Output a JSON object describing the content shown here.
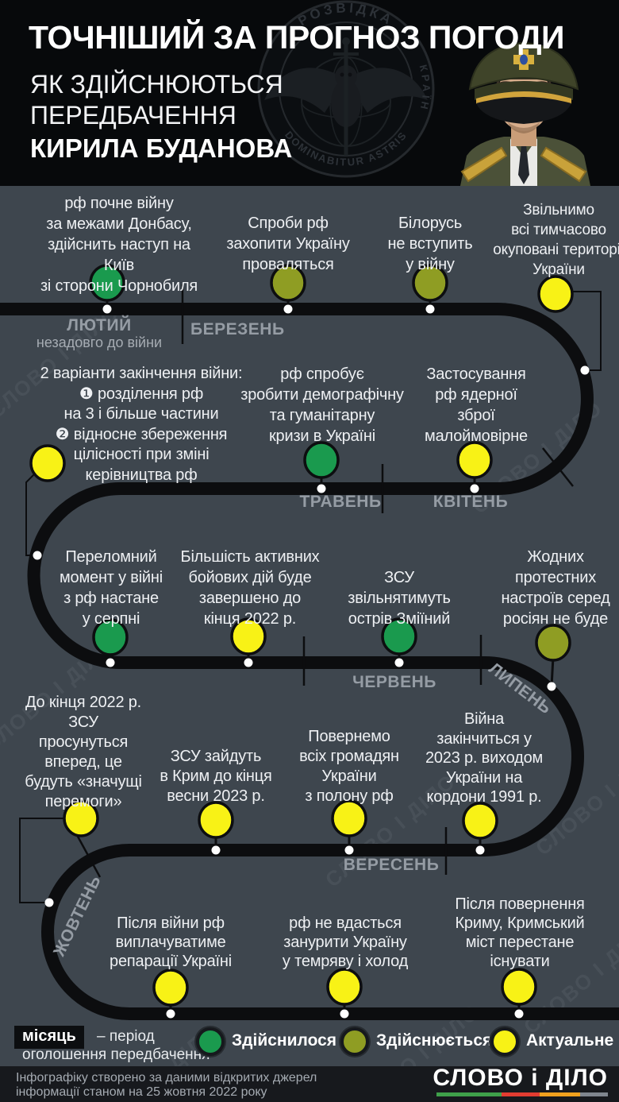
{
  "header": {
    "title": "ТОЧНІШИЙ ЗА ПРОГНОЗ ПОГОДИ",
    "subtitle_line1": "ЯК ЗДІЙСНЮЮТЬСЯ",
    "subtitle_line2": "ПЕРЕДБАЧЕННЯ",
    "subtitle_line3": "КИРИЛА БУДАНОВА",
    "emblem": {
      "ring_text_top": "РОЗВІДКА",
      "ring_text_right": "УКРАЇНИ",
      "ring_text_bottom": "DOMINABITUR ASTRIS"
    }
  },
  "watermark": "СЛОВО І ДІЛО",
  "months": [
    {
      "label": "ЛЮТИЙ",
      "note": "незадовго до війни"
    },
    {
      "label": "БЕРЕЗЕНЬ"
    },
    {
      "label": "КВІТЕНЬ"
    },
    {
      "label": "ТРАВЕНЬ"
    },
    {
      "label": "ЧЕРВЕНЬ"
    },
    {
      "label": "ЛИПЕНЬ"
    },
    {
      "label": "ВЕРЕСЕНЬ"
    },
    {
      "label": "ЖОВТЕНЬ"
    }
  ],
  "predictions": [
    {
      "text": "рф почне війну\nза межами Донбасу,\nздійснить наступ на Київ\nзі сторони Чорнобиля",
      "status": "здійснилося"
    },
    {
      "text": "Спроби рф\nзахопити Україну\nпроваляться",
      "status": "здійснюється"
    },
    {
      "text": "Білорусь\nне вступить\nу війну",
      "status": "здійснюється"
    },
    {
      "text": "Звільнимо\nвсі тимчасово\nокуповані території\nУкраїни",
      "status": "актуальне"
    },
    {
      "text": "2 варіанти закінчення війни:\n❶ розділення рф\nна 3 і більше частини\n❷ відносне збереження\nцілісності при зміні\nкерівництва рф",
      "status": "актуальне"
    },
    {
      "text": "рф спробує\nзробити демографічну\nта гуманітарну\nкризи в Україні",
      "status": "здійснилося"
    },
    {
      "text": "Застосування\nрф ядерної\nзброї\nмалоймовірне",
      "status": "актуальне"
    },
    {
      "text": "Переломний\nмомент у війні\nз рф настане\nу серпні",
      "status": "здійснилося"
    },
    {
      "text": "Більшість активних\nбойових дій буде\nзавершено до\nкінця 2022 р.",
      "status": "актуальне"
    },
    {
      "text": "ЗСУ\nзвільнятимуть\nострів Зміїний",
      "status": "здійснилося"
    },
    {
      "text": "Жодних\nпротестних\nнастроїв серед\nросіян не буде",
      "status": "здійснюється"
    },
    {
      "text": "До кінця 2022 р.\nЗСУ\nпросунуться\nвперед, це\nбудуть «значущі\nперемоги»",
      "status": "актуальне"
    },
    {
      "text": "ЗСУ зайдуть\nв Крим до кінця\nвесни 2023 р.",
      "status": "актуальне"
    },
    {
      "text": "Повернемо\nвсіх громадян\nУкраїни\nз полону рф",
      "status": "актуальне"
    },
    {
      "text": "Війна\nзакінчиться у\n2023 р. виходом\nУкраїни на\nкордони 1991 р.",
      "status": "актуальне"
    },
    {
      "text": "Після війни рф\nвиплачуватиме\nрепарації Україні",
      "status": "актуальне"
    },
    {
      "text": "рф не вдасться\nзанурити Україну\nу темряву і холод",
      "status": "актуальне"
    },
    {
      "text": "Після повернення\nКриму, Кримський\nміст перестане\nіснувати",
      "status": "актуальне"
    }
  ],
  "legend": {
    "chip": "місяць",
    "note_line1": "– період",
    "note_line2": "оголошення передбачення",
    "items": [
      {
        "label": "Здійснилося",
        "color": "#1a9a4e"
      },
      {
        "label": "Здійснюється",
        "color": "#8f9d23"
      },
      {
        "label": "Актуальне",
        "color": "#f8f216"
      }
    ]
  },
  "footer": {
    "line1": "Інфографіку створено за даними відкритих джерел",
    "line2": "інформації станом на 25 жовтня 2022 року",
    "logo": "СЛОВО і ДІЛО",
    "underline": [
      "#3fa04a",
      "#e23c31",
      "#f0a11e",
      "#7f868e"
    ]
  },
  "theme": {
    "bg": "#3e464e",
    "header_bg": "#07090b",
    "line": "#0c0d0f",
    "month": "#959ca4",
    "text": "#eef0f3",
    "subtext": "#a6acb3",
    "footer_bg": "#17191d",
    "footer_text": "#a5abb2",
    "chip_bg": "#0c0e10",
    "green": "#1a9a4e",
    "olive": "#8f9d23",
    "yellow": "#f8f216",
    "dot_ring": "#0d0e10",
    "white_dot": "#ffffff"
  }
}
